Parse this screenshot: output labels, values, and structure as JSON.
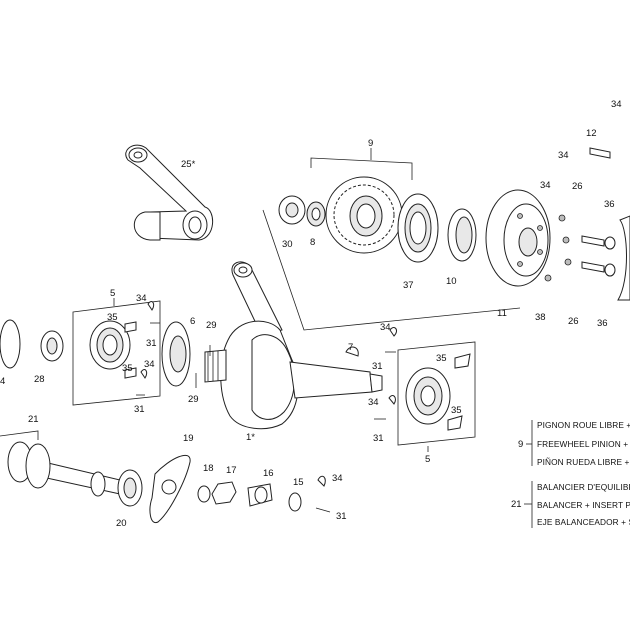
{
  "labels": {
    "p1": "1*",
    "p4": "4",
    "p5a": "5",
    "p5b": "5",
    "p6": "6",
    "p7": "7",
    "p8": "8",
    "p9": "9",
    "p10": "10",
    "p11": "11",
    "p12": "12",
    "p15": "15",
    "p16": "16",
    "p17": "17",
    "p18": "18",
    "p19": "19",
    "p20": "20",
    "p21": "21",
    "p25": "25*",
    "p26a": "26",
    "p26b": "26",
    "p28": "28",
    "p29a": "29",
    "p29b": "29",
    "p30": "30",
    "p31a": "31",
    "p31b": "31",
    "p31c": "31",
    "p31d": "31",
    "p31e": "31",
    "p34a": "34",
    "p34b": "34",
    "p34c": "34",
    "p34d": "34",
    "p34e": "34",
    "p34f": "34",
    "p34g": "34",
    "p35a": "35",
    "p35b": "35",
    "p35c": "35",
    "p35d": "35",
    "p36a": "36",
    "p36b": "36",
    "p37": "37",
    "p38": "38"
  },
  "legend": {
    "group9": {
      "number": "9",
      "lines": [
        "PIGNON ROUE LIBRE + DOU",
        "FREEWHEEL PINION + NEE",
        "PIÑON RUEDA LIBRE + COJ"
      ]
    },
    "group21": {
      "number": "21",
      "lines": [
        "BALANCIER D'EQUILIBRAGE",
        "BALANCER + INSERT PUMP",
        "EJE BALANCEADOR + SALID"
      ]
    }
  }
}
